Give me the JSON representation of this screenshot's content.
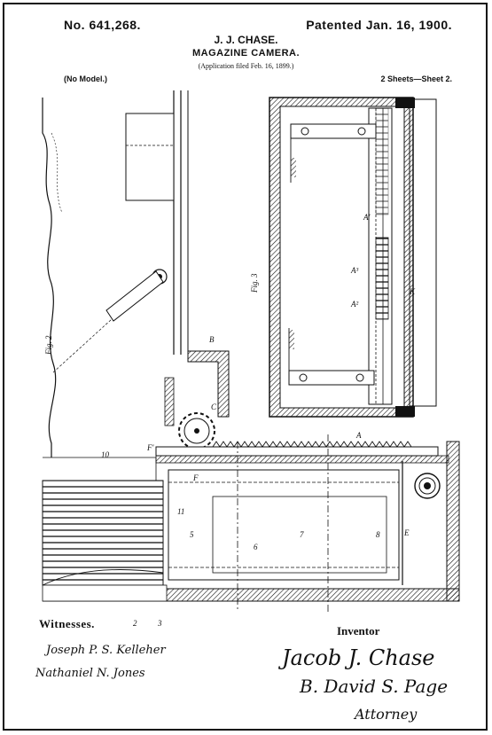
{
  "header": {
    "patent_number": "No. 641,268.",
    "patent_date": "Patented Jan. 16, 1900.",
    "inventor_name": "J. J. CHASE.",
    "title": "MAGAZINE CAMERA.",
    "application": "(Application filed Feb. 16, 1899.)",
    "model_note": "(No Model.)",
    "sheet_info": "2 Sheets—Sheet 2."
  },
  "figures": {
    "fig2_label": "Fig. 2",
    "fig3_label": "Fig. 3"
  },
  "reference_labels": {
    "r10": "10",
    "r5": "5",
    "r6": "6",
    "r7": "7",
    "r8": "8",
    "r11": "11",
    "r2": "2",
    "r3": "3",
    "rE": "E",
    "rF": "F",
    "rF1": "F'",
    "rA": "A",
    "rA1": "A'",
    "rA2": "A²",
    "rA3": "A³",
    "rK": "K",
    "rB": "B",
    "rC": "C"
  },
  "footer": {
    "witnesses_heading": "Witnesses.",
    "inventor_heading": "Inventor",
    "witness_1": "Joseph P. S. Kelleher",
    "witness_2": "Nathaniel N. Jones",
    "inventor_signature": "Jacob J. Chase",
    "attorney_line": "B. David S. Page",
    "attorney_title": "Attorney"
  }
}
